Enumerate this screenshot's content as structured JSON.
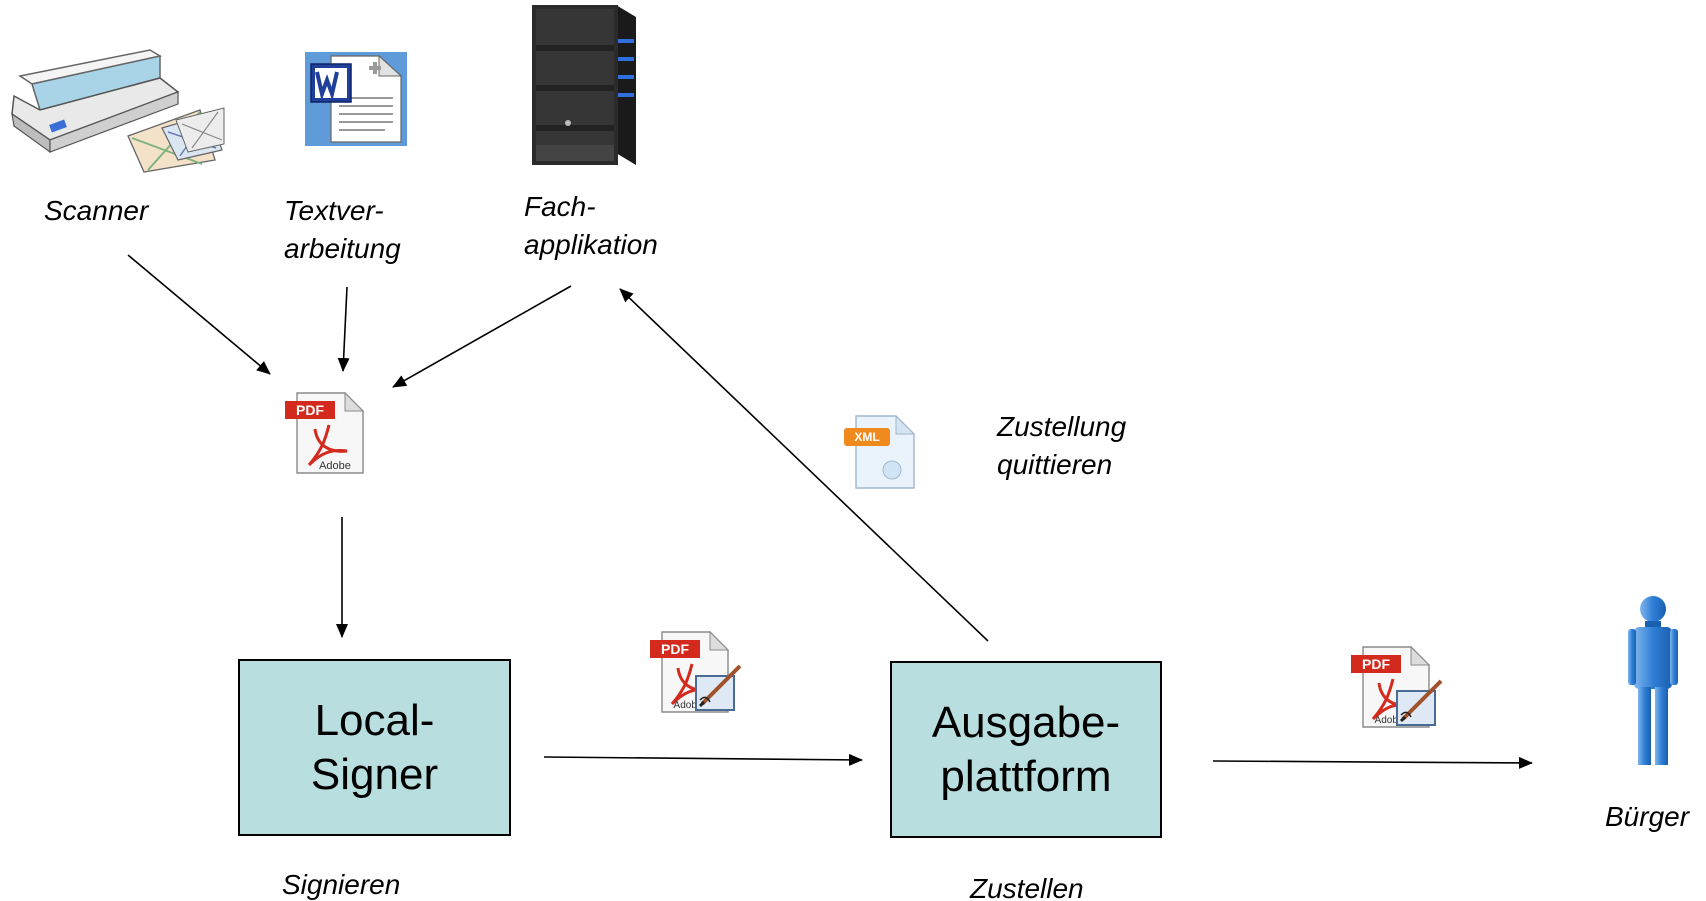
{
  "nodes": {
    "scanner": {
      "label": "Scanner",
      "icon": "scanner-icon"
    },
    "textverarbeitung": {
      "label_lines": [
        "Textver-",
        "arbeitung"
      ],
      "icon": "word-document-icon"
    },
    "fachapplikation": {
      "label_lines": [
        "Fach-",
        "applikation"
      ],
      "icon": "server-icon"
    },
    "pdf_document": {
      "icon": "pdf-document-icon",
      "icon_text": "PDF",
      "brand": "Adobe"
    },
    "local_signer": {
      "label_lines": [
        "Local-",
        "Signer"
      ]
    },
    "ausgabeplattform": {
      "label_lines": [
        "Ausgabe-",
        "plattform"
      ]
    },
    "buerger": {
      "label": "Bürger",
      "icon": "person-icon"
    }
  },
  "edge_labels": {
    "signieren": "Signieren",
    "zustellen": "Zustellen",
    "zustellung_quittieren": [
      "Zustellung",
      "quittieren"
    ]
  },
  "documents": {
    "signed_pdf_1": {
      "icon": "signed-pdf-icon",
      "icon_text": "PDF",
      "brand": "Adobe"
    },
    "signed_pdf_2": {
      "icon": "signed-pdf-icon",
      "icon_text": "PDF",
      "brand": "Adobe"
    },
    "xml_receipt": {
      "icon": "xml-document-icon",
      "icon_text": "XML"
    }
  },
  "colors": {
    "box_fill": "#b9dee0",
    "pdf_red": "#d42a1e",
    "person_blue": "#2f7fd6",
    "word_blue": "#1f3f9a",
    "xml_orange": "#f08a1c"
  }
}
